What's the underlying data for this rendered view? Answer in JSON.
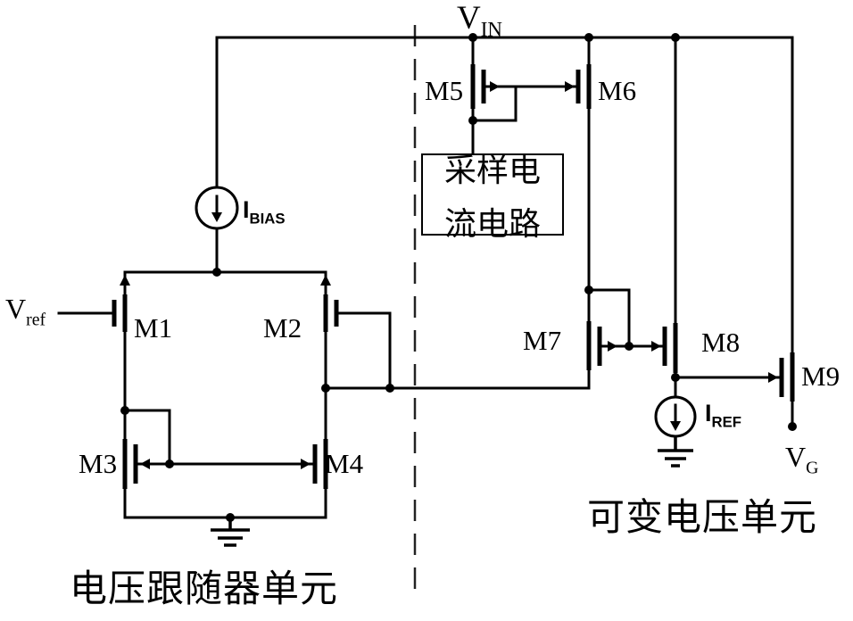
{
  "colors": {
    "ink": "#000000",
    "background": "#ffffff"
  },
  "labels": {
    "vin": {
      "main": "V",
      "sub": "IN"
    },
    "vref": {
      "main": "V",
      "sub": "ref"
    },
    "vg": {
      "main": "V",
      "sub": "G"
    },
    "ibias": {
      "main": "I",
      "sub": "BIAS"
    },
    "iref": {
      "main": "I",
      "sub": "REF"
    },
    "m1": "M1",
    "m2": "M2",
    "m3": "M3",
    "m4": "M4",
    "m5": "M5",
    "m6": "M6",
    "m7": "M7",
    "m8": "M8",
    "m9": "M9"
  },
  "sampling_box": {
    "line1": "采样电",
    "line2": "流电路"
  },
  "units": {
    "left": "电压跟随器单元",
    "right": "可变电压单元"
  }
}
